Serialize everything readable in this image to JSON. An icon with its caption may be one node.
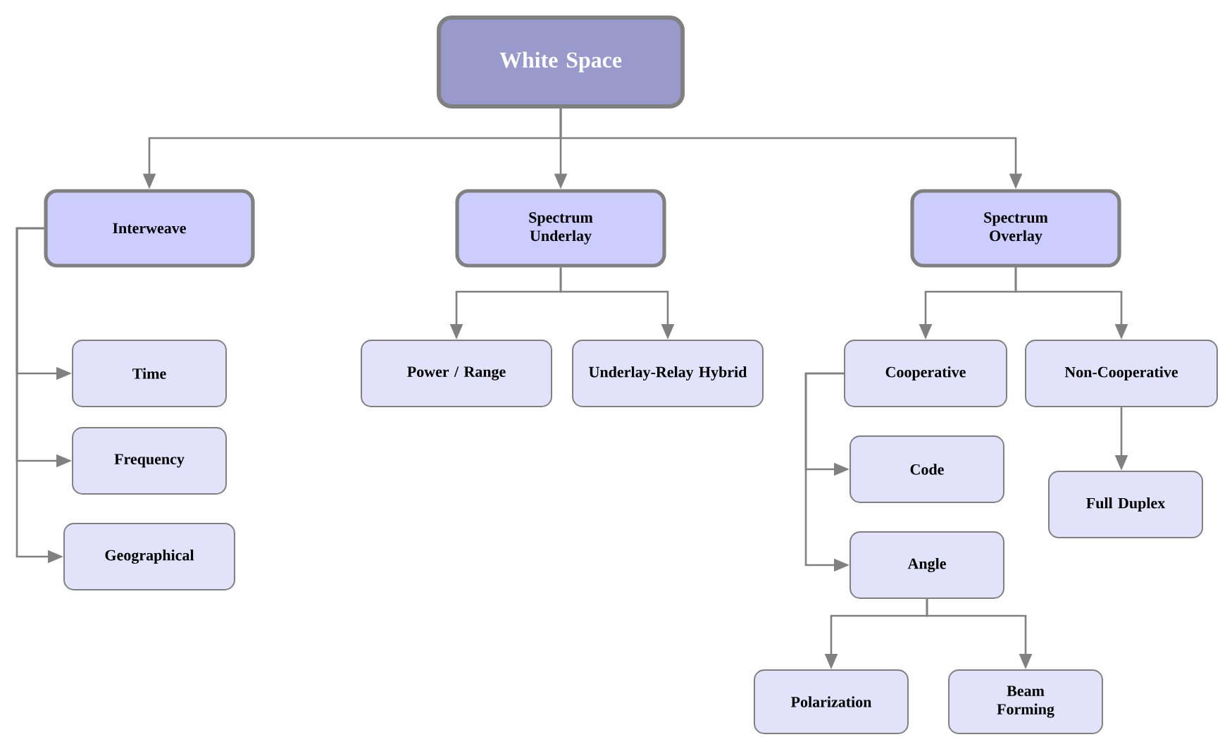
{
  "diagram": {
    "nodes": [
      {
        "text": [
          "White Space"
        ]
      },
      {
        "text": [
          "Interweave"
        ]
      },
      {
        "text": [
          "Spectrum Underlay"
        ]
      },
      {
        "text": [
          "Spectrum Overlay"
        ]
      },
      {
        "text": [
          "Time"
        ]
      },
      {
        "text": [
          "Frequency"
        ]
      },
      {
        "text": [
          "Geographical"
        ]
      },
      {
        "text": [
          "Power / Range"
        ]
      },
      {
        "text": [
          "Underlay-Relay Hybrid"
        ]
      },
      {
        "text": [
          "Cooperative"
        ]
      },
      {
        "text": [
          "Non-Cooperative"
        ]
      },
      {
        "text": [
          "Code"
        ]
      },
      {
        "text": [
          "Full Duplex"
        ]
      },
      {
        "text": [
          "Angle"
        ]
      },
      {
        "text": [
          "Polarization"
        ]
      },
      {
        "text": [
          "Beam Forming"
        ]
      }
    ],
    "edges": [
      {
        "from": 0,
        "to": 1,
        "arrow": "to"
      },
      {
        "from": 0,
        "to": 2,
        "arrow": "to"
      },
      {
        "from": 0,
        "to": 3,
        "arrow": "to"
      },
      {
        "from": 1,
        "to": 4,
        "arrow": "to"
      },
      {
        "from": 1,
        "to": 5,
        "arrow": "to"
      },
      {
        "from": 1,
        "to": 6,
        "arrow": "to"
      },
      {
        "from": 2,
        "to": 7,
        "arrow": "to"
      },
      {
        "from": 2,
        "to": 8,
        "arrow": "to"
      },
      {
        "from": 3,
        "to": 9,
        "arrow": "to"
      },
      {
        "from": 3,
        "to": 10,
        "arrow": "to"
      },
      {
        "from": 9,
        "to": 11,
        "arrow": "to"
      },
      {
        "from": 9,
        "to": 13,
        "arrow": "to"
      },
      {
        "from": 10,
        "to": 12,
        "arrow": "to"
      },
      {
        "from": 13,
        "to": 14,
        "arrow": "to"
      },
      {
        "from": 13,
        "to": 15,
        "arrow": "to"
      }
    ]
  }
}
